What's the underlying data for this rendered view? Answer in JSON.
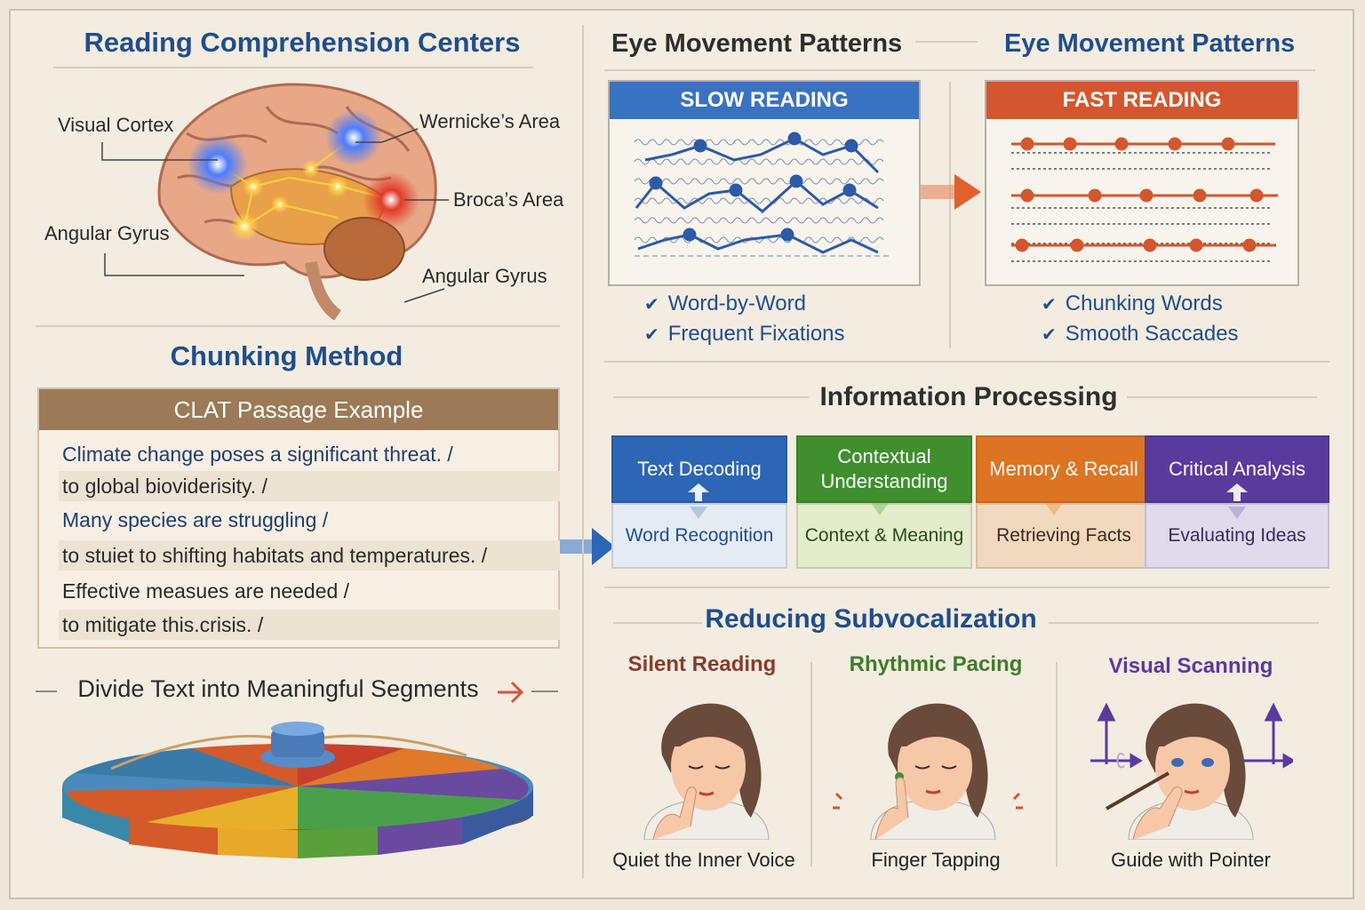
{
  "brain": {
    "title": "Reading Comprehension Centers",
    "labels": {
      "visual_cortex": "Visual Cortex",
      "wernicke": "Wernicke’s Area",
      "broca": "Broca’s Area",
      "angular_left": "Angular Gyrus",
      "angular_bottom": "Angular Gyrus"
    }
  },
  "chunking": {
    "title": "Chunking Method",
    "card_title": "CLAT Passage Example",
    "lines": [
      "Climate change poses a significant threat. /",
      "to global bioviderisity. /",
      "Many species are struggling /",
      "to stuiet to shifting habitats and temperatures. /",
      "Effective measues are needed /",
      "to mitigate this.crisis. /"
    ],
    "caption": "Divide Text into Meaningful Segments"
  },
  "eye": {
    "title_left": "Eye Movement Patterns",
    "title_right": "Eye Movement Patterns",
    "slow": {
      "header": "SLOW READING",
      "checks": [
        "Word-by-Word",
        "Frequent Fixations"
      ]
    },
    "fast": {
      "header": "FAST READING",
      "checks": [
        "Chunking Words",
        "Smooth Saccades"
      ]
    }
  },
  "processing": {
    "title": "Information Processing",
    "steps": [
      {
        "head": "Text Decoding",
        "body": "Word Recognition",
        "head_color": "#2d66b4",
        "body_color": "#e4ebf3"
      },
      {
        "head": "Contextual Understanding",
        "body": "Context & Meaning",
        "head_color": "#3f8f2e",
        "body_color": "#e3eccb"
      },
      {
        "head": "Memory & Recall",
        "body": "Retrieving Facts",
        "head_color": "#dd7422",
        "body_color": "#f1d9bf"
      },
      {
        "head": "Critical Analysis",
        "body": "Evaluating Ideas",
        "head_color": "#5b3a9e",
        "body_color": "#e1daea"
      }
    ]
  },
  "subvocal": {
    "title": "Reducing Subvocalization",
    "items": [
      {
        "title": "Silent Reading",
        "caption": "Quiet the Inner Voice",
        "color": "#8a3b2a"
      },
      {
        "title": "Rhythmic Pacing",
        "caption": "Finger Tapping",
        "color": "#3f7d2a"
      },
      {
        "title": "Visual Scanning",
        "caption": "Guide with Pointer",
        "color": "#5b3a9e"
      }
    ]
  }
}
